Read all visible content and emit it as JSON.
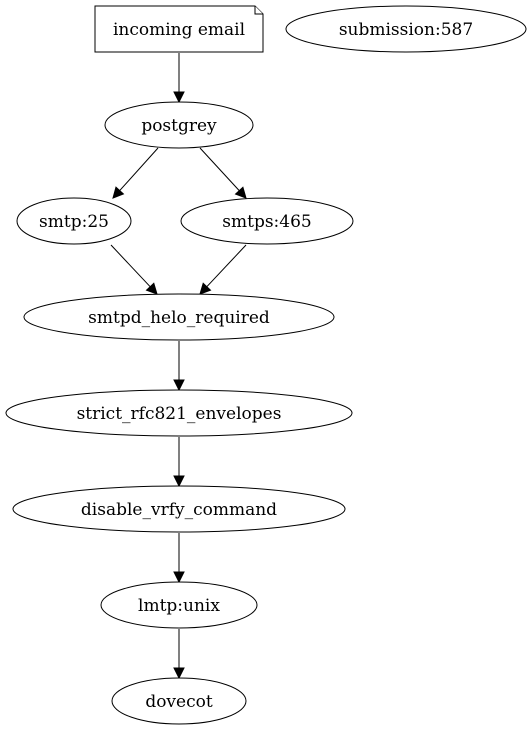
{
  "nodes": [
    {
      "id": "incoming_email",
      "label": "incoming email",
      "shape": "note"
    },
    {
      "id": "submission",
      "label": "submission:587",
      "shape": "ellipse"
    },
    {
      "id": "postgrey",
      "label": "postgrey",
      "shape": "ellipse"
    },
    {
      "id": "smtp",
      "label": "smtp:25",
      "shape": "ellipse"
    },
    {
      "id": "smtps",
      "label": "smtps:465",
      "shape": "ellipse"
    },
    {
      "id": "helo",
      "label": "smtpd_helo_required",
      "shape": "ellipse"
    },
    {
      "id": "rfc821",
      "label": "strict_rfc821_envelopes",
      "shape": "ellipse"
    },
    {
      "id": "vrfy",
      "label": "disable_vrfy_command",
      "shape": "ellipse"
    },
    {
      "id": "lmtp",
      "label": "lmtp:unix",
      "shape": "ellipse"
    },
    {
      "id": "dovecot",
      "label": "dovecot",
      "shape": "ellipse"
    }
  ],
  "edges": [
    {
      "from": "incoming_email",
      "to": "postgrey"
    },
    {
      "from": "postgrey",
      "to": "smtp"
    },
    {
      "from": "postgrey",
      "to": "smtps"
    },
    {
      "from": "smtp",
      "to": "helo"
    },
    {
      "from": "smtps",
      "to": "helo"
    },
    {
      "from": "helo",
      "to": "rfc821"
    },
    {
      "from": "rfc821",
      "to": "vrfy"
    },
    {
      "from": "vrfy",
      "to": "lmtp"
    },
    {
      "from": "lmtp",
      "to": "dovecot"
    }
  ]
}
